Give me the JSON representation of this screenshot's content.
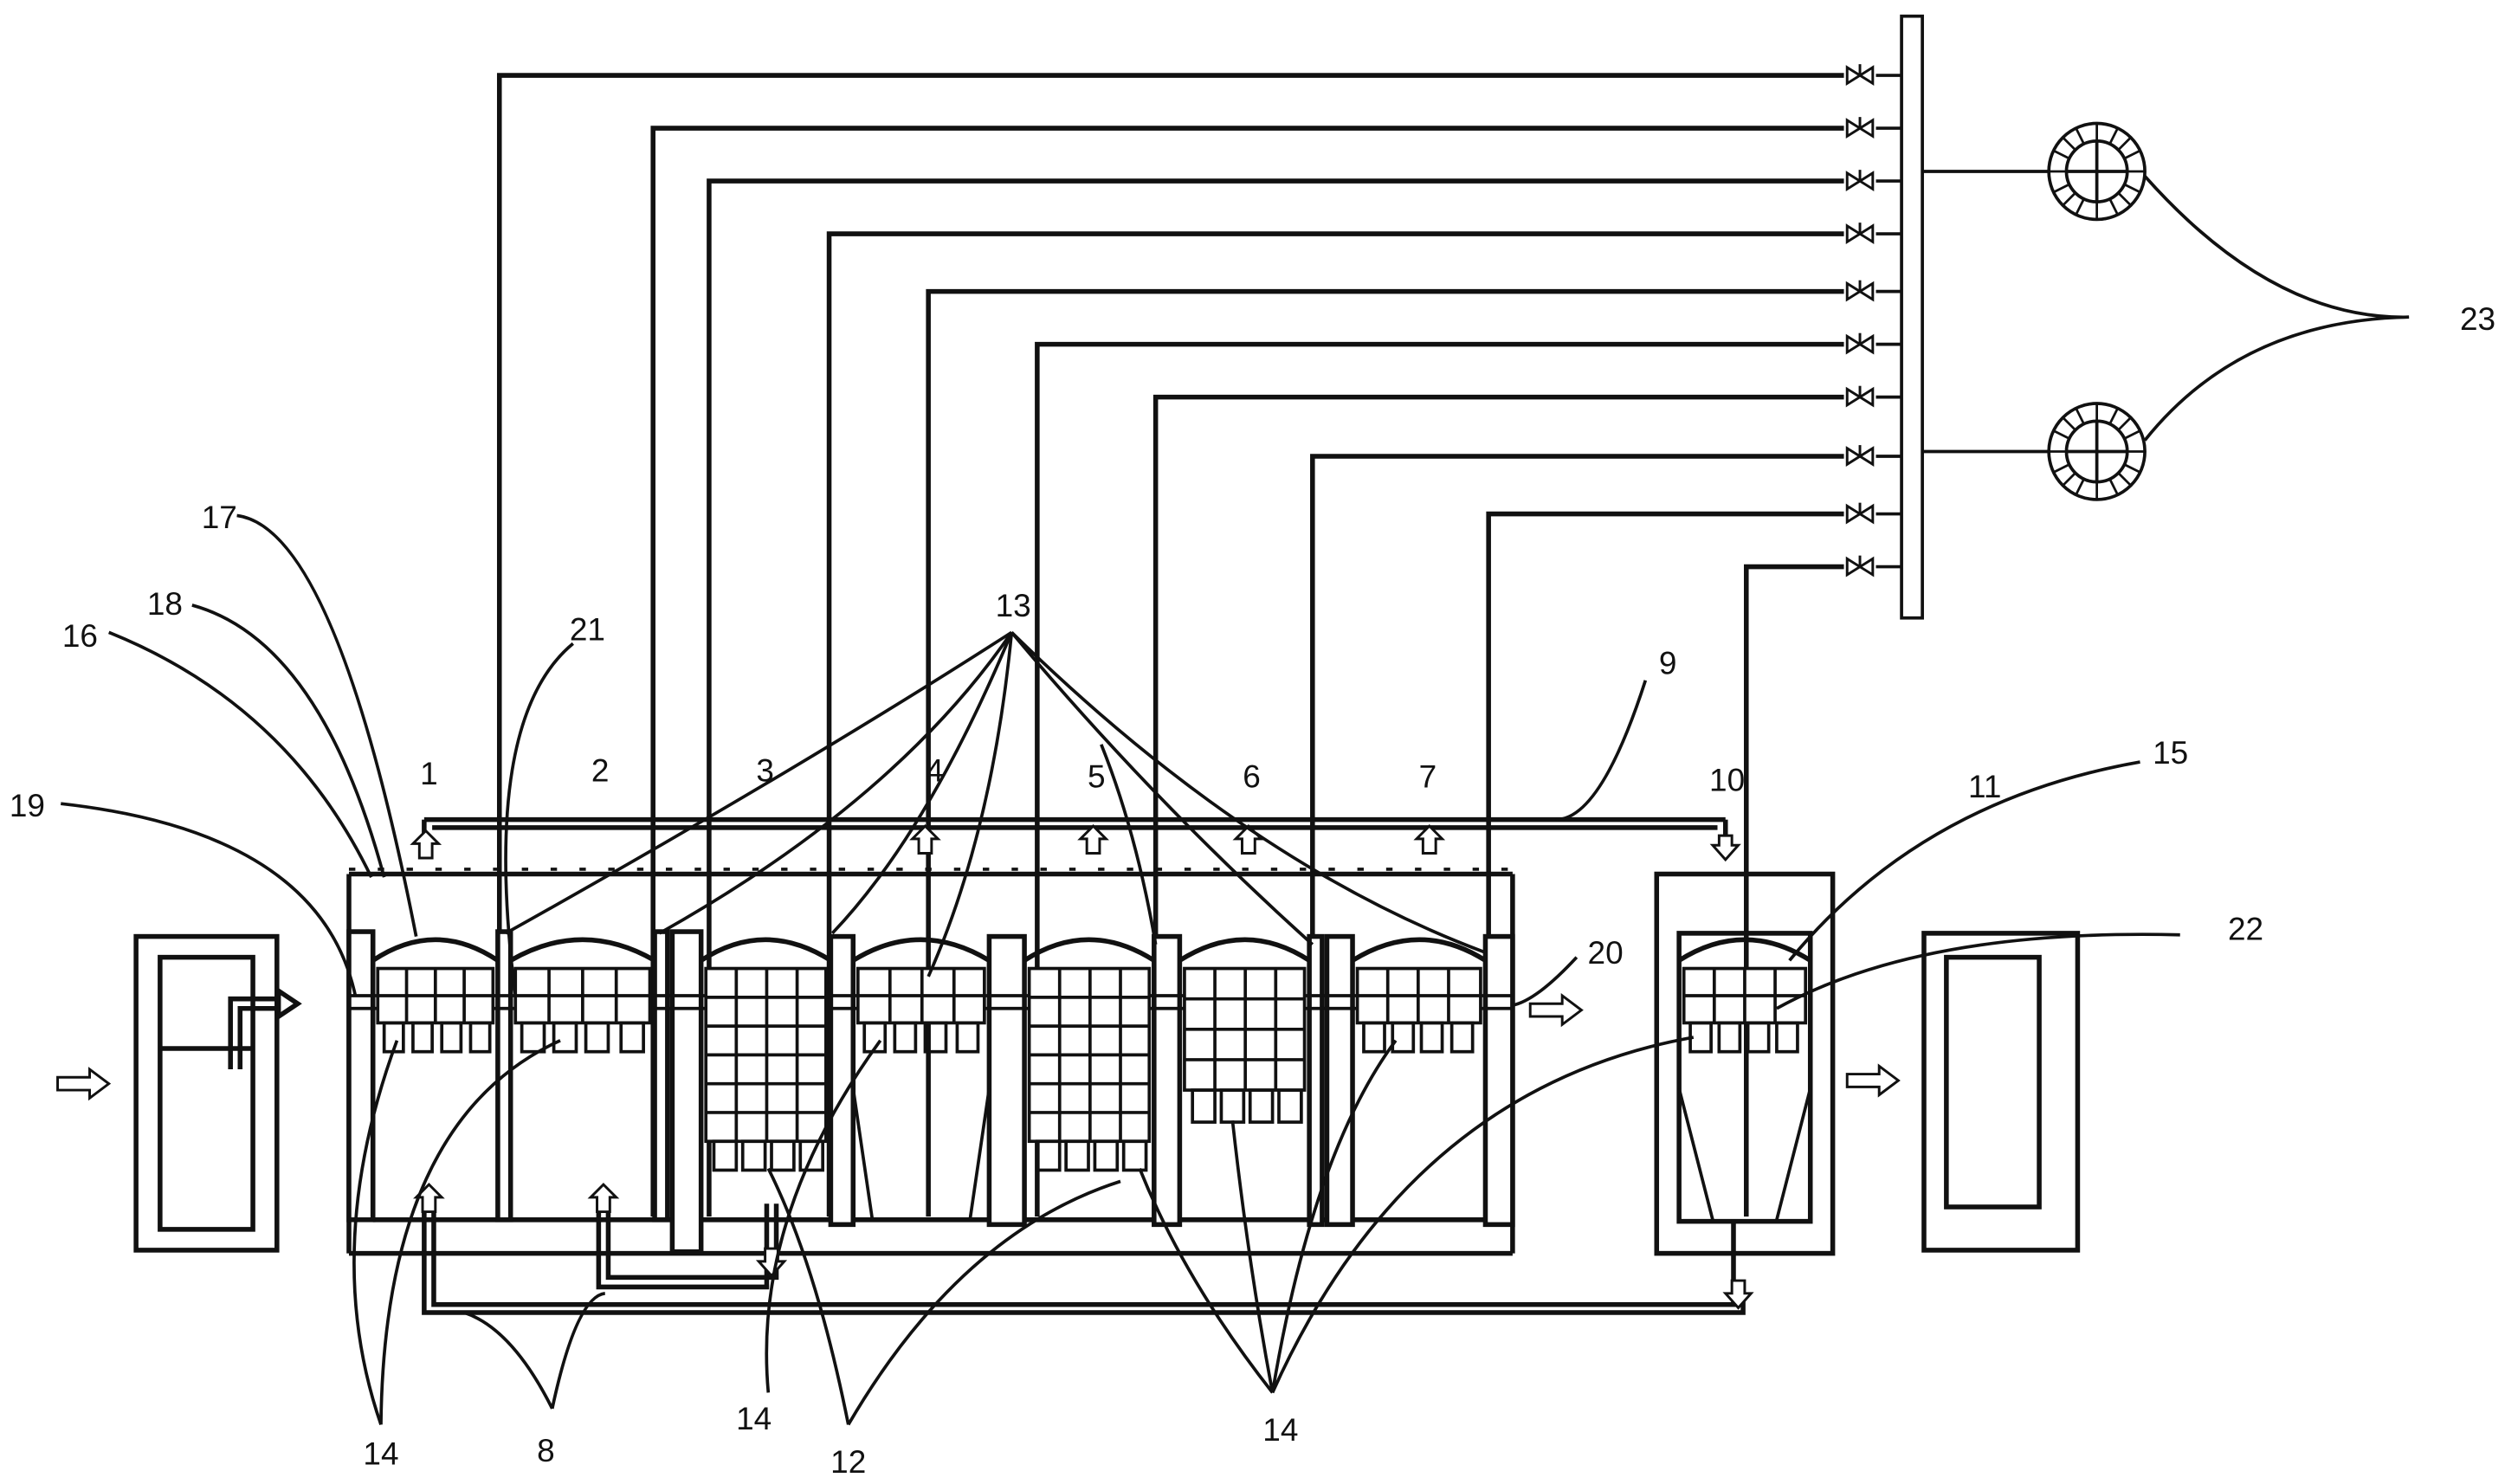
{
  "labels": {
    "n1": "1",
    "n2": "2",
    "n3": "3",
    "n4": "4",
    "n5": "5",
    "n6": "6",
    "n7": "7",
    "n8": "8",
    "n9": "9",
    "n10": "10",
    "n11": "11",
    "n12": "12",
    "n13": "13",
    "n14a": "14",
    "n14b": "14",
    "n14c": "14",
    "n15": "15",
    "n16": "16",
    "n17": "17",
    "n18": "18",
    "n19": "19",
    "n20": "20",
    "n21": "21",
    "n22": "22",
    "n23": "23"
  }
}
